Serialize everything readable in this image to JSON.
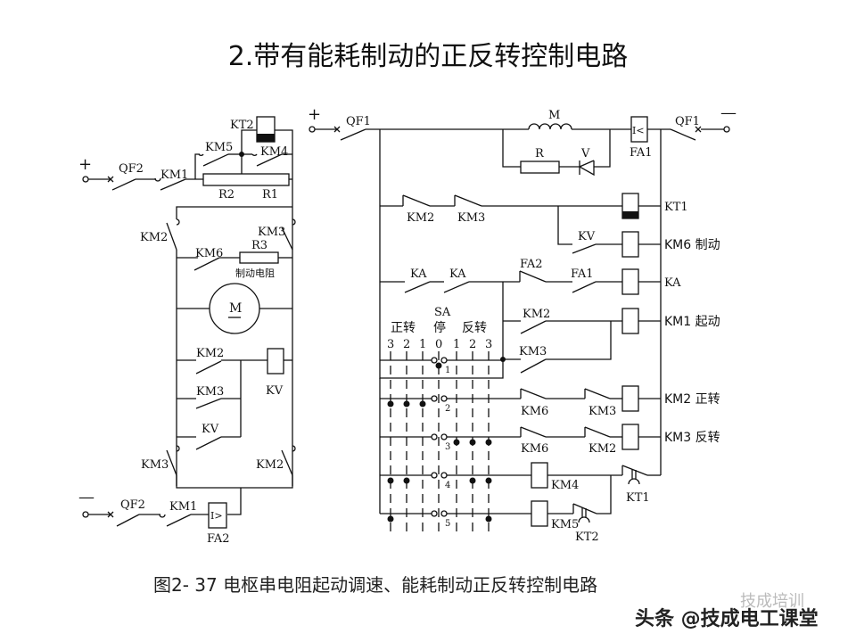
{
  "title": "2.带有能耗制动的正反转控制电路",
  "caption": "图2- 37  电枢串电阻起动调速、能耗制动正反转控制电路",
  "watermark": "头条 @技成电工课堂",
  "watermark_bg": "技成培训",
  "main_circuit": {
    "plus": "+",
    "minus": "—",
    "qf2_top": "QF2",
    "km1_top": "KM1",
    "km5": "KM5",
    "kt2": "KT2",
    "km4": "KM4",
    "r2": "R2",
    "r1": "R1",
    "km2_left": "KM2",
    "km3_right": "KM3",
    "km6": "KM6",
    "r3": "R3",
    "r3_note": "制动电阻",
    "motor": "M",
    "km2_kv": "KM2",
    "km3_kv": "KM3",
    "kv_contact": "KV",
    "kv_coil": "KV",
    "km3_bottom": "KM3",
    "km2_bottom": "KM2",
    "qf2_bottom": "QF2",
    "km1_bottom": "KM1",
    "fa2": "FA2",
    "fa2_glyph": "I>"
  },
  "control_circuit": {
    "plus": "+",
    "minus": "—",
    "qf1_left": "QF1",
    "qf1_right": "QF1",
    "field_m": "M",
    "field_r": "R",
    "field_v": "V",
    "fa1": "FA1",
    "fa1_glyph": "I<",
    "kt1_row": {
      "c1": "KM2",
      "c2": "KM3",
      "coil": "KT1"
    },
    "km6_row": {
      "c1": "KV",
      "coil": "KM6 制动"
    },
    "ka_row": {
      "c1": "KA",
      "c2": "KA",
      "c3": "FA2",
      "c4": "FA1",
      "coil": "KA"
    },
    "km1_row": {
      "c1": "KM2",
      "c2": "KM3",
      "coil": "KM1 起动"
    },
    "km2_row": {
      "c1": "KM6",
      "c2": "KM3",
      "coil": "KM2 正转"
    },
    "km3_row": {
      "c1": "KM6",
      "c2": "KM2",
      "coil": "KM3 反转"
    },
    "km4_row": {
      "coil": "KM4",
      "timer": "KT1"
    },
    "km5_row": {
      "coil": "KM5",
      "timer": "KT2"
    },
    "sa": {
      "label": "SA",
      "forward": "正转",
      "stop": "停",
      "reverse": "反转",
      "positions": [
        "3",
        "2",
        "1",
        "0",
        "1",
        "2",
        "3"
      ],
      "contacts": [
        "1",
        "2",
        "3",
        "4",
        "5"
      ]
    }
  }
}
